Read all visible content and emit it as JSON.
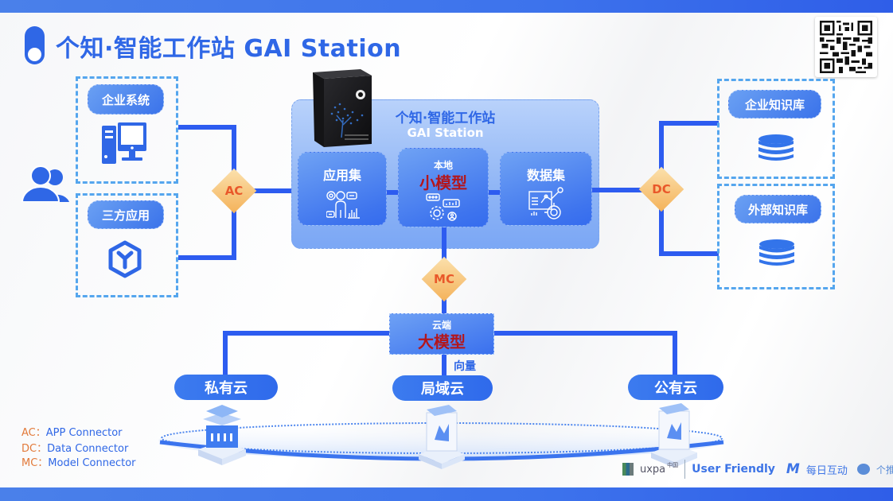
{
  "header": {
    "title": "个知·智能工作站 GAI Station"
  },
  "left_group": {
    "user_icon": "users-icon",
    "boxes": [
      {
        "label": "企业系统",
        "icon": "desktop-computer-icon"
      },
      {
        "label": "三方应用",
        "icon": "hexagon-app-icon"
      }
    ]
  },
  "connectors": {
    "ac": "AC",
    "dc": "DC",
    "mc": "MC"
  },
  "station": {
    "title": "个知·智能工作站",
    "subtitle": "GAI Station",
    "hardware_icon": "workstation-tower-icon",
    "modules": [
      {
        "label": "应用集",
        "icon": "app-analytics-icon"
      },
      {
        "small_label": "本地",
        "big_label": "小模型",
        "icon": "gear-chat-icon"
      },
      {
        "label": "数据集",
        "icon": "data-dashboard-icon"
      }
    ]
  },
  "right_group": {
    "boxes": [
      {
        "label": "企业知识库",
        "icon": "database-icon"
      },
      {
        "label": "外部知识库",
        "icon": "database-icon"
      }
    ]
  },
  "cloud": {
    "small_label": "云端",
    "big_label": "大模型",
    "vector_label": "向量",
    "nodes": [
      {
        "label": "私有云",
        "icon": "server-chip-icon"
      },
      {
        "label": "局域云",
        "icon": "server-network-icon"
      },
      {
        "label": "公有云",
        "icon": "server-network-icon"
      }
    ]
  },
  "legend": [
    {
      "key": "AC：",
      "value": "APP Connector"
    },
    {
      "key": "DC：",
      "value": "Data Connector"
    },
    {
      "key": "MC：",
      "value": "Model Connector"
    }
  ],
  "logos": {
    "uxpa": "uxpa",
    "uxpa_sup": "中国",
    "user_friendly": "User Friendly",
    "mtech_cn": "每日互动",
    "getui": "个推"
  },
  "qr_code": "qr-code-icon",
  "colors": {
    "brand_blue": "#2f67e6",
    "line_blue": "#2d5cf0",
    "connector_orange": "#e9582a",
    "model_red": "#b3161c",
    "dashed_border": "#55a6ee"
  }
}
